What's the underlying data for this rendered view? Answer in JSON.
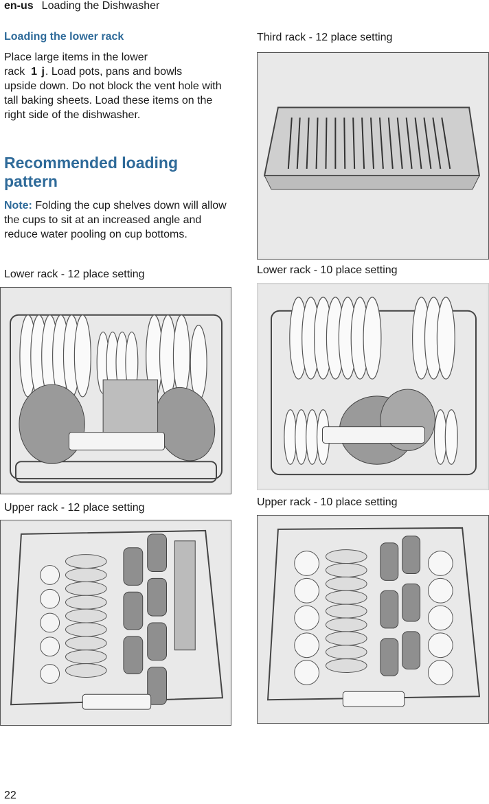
{
  "header": {
    "lang": "en-us",
    "title": "Loading the Dishwasher"
  },
  "section": {
    "heading": "Loading the lower rack",
    "para_line1": "Place large items in the lower",
    "para_rack_prefix": "rack",
    "para_rack_ref": "1 j",
    "para_rack_suffix": ". Load pots, pans and bowls",
    "para_rest": "upside down. Do not block the vent hole with tall baking sheets. Load these items on the right side of the dishwasher."
  },
  "recommended": {
    "heading": "Recommended loading pattern",
    "note_label": "Note:",
    "note_text": " Folding the cup shelves down will allow the cups to sit at an increased angle and reduce water pooling on cup bottoms."
  },
  "figures": {
    "lower12": "Lower rack - 12 place setting",
    "upper12": "Upper rack - 12 place setting",
    "third12": "Third rack - 12 place setting",
    "lower10": "Lower rack - 10 place setting",
    "upper10": "Upper rack - 10 place setting"
  },
  "page_number": "22"
}
